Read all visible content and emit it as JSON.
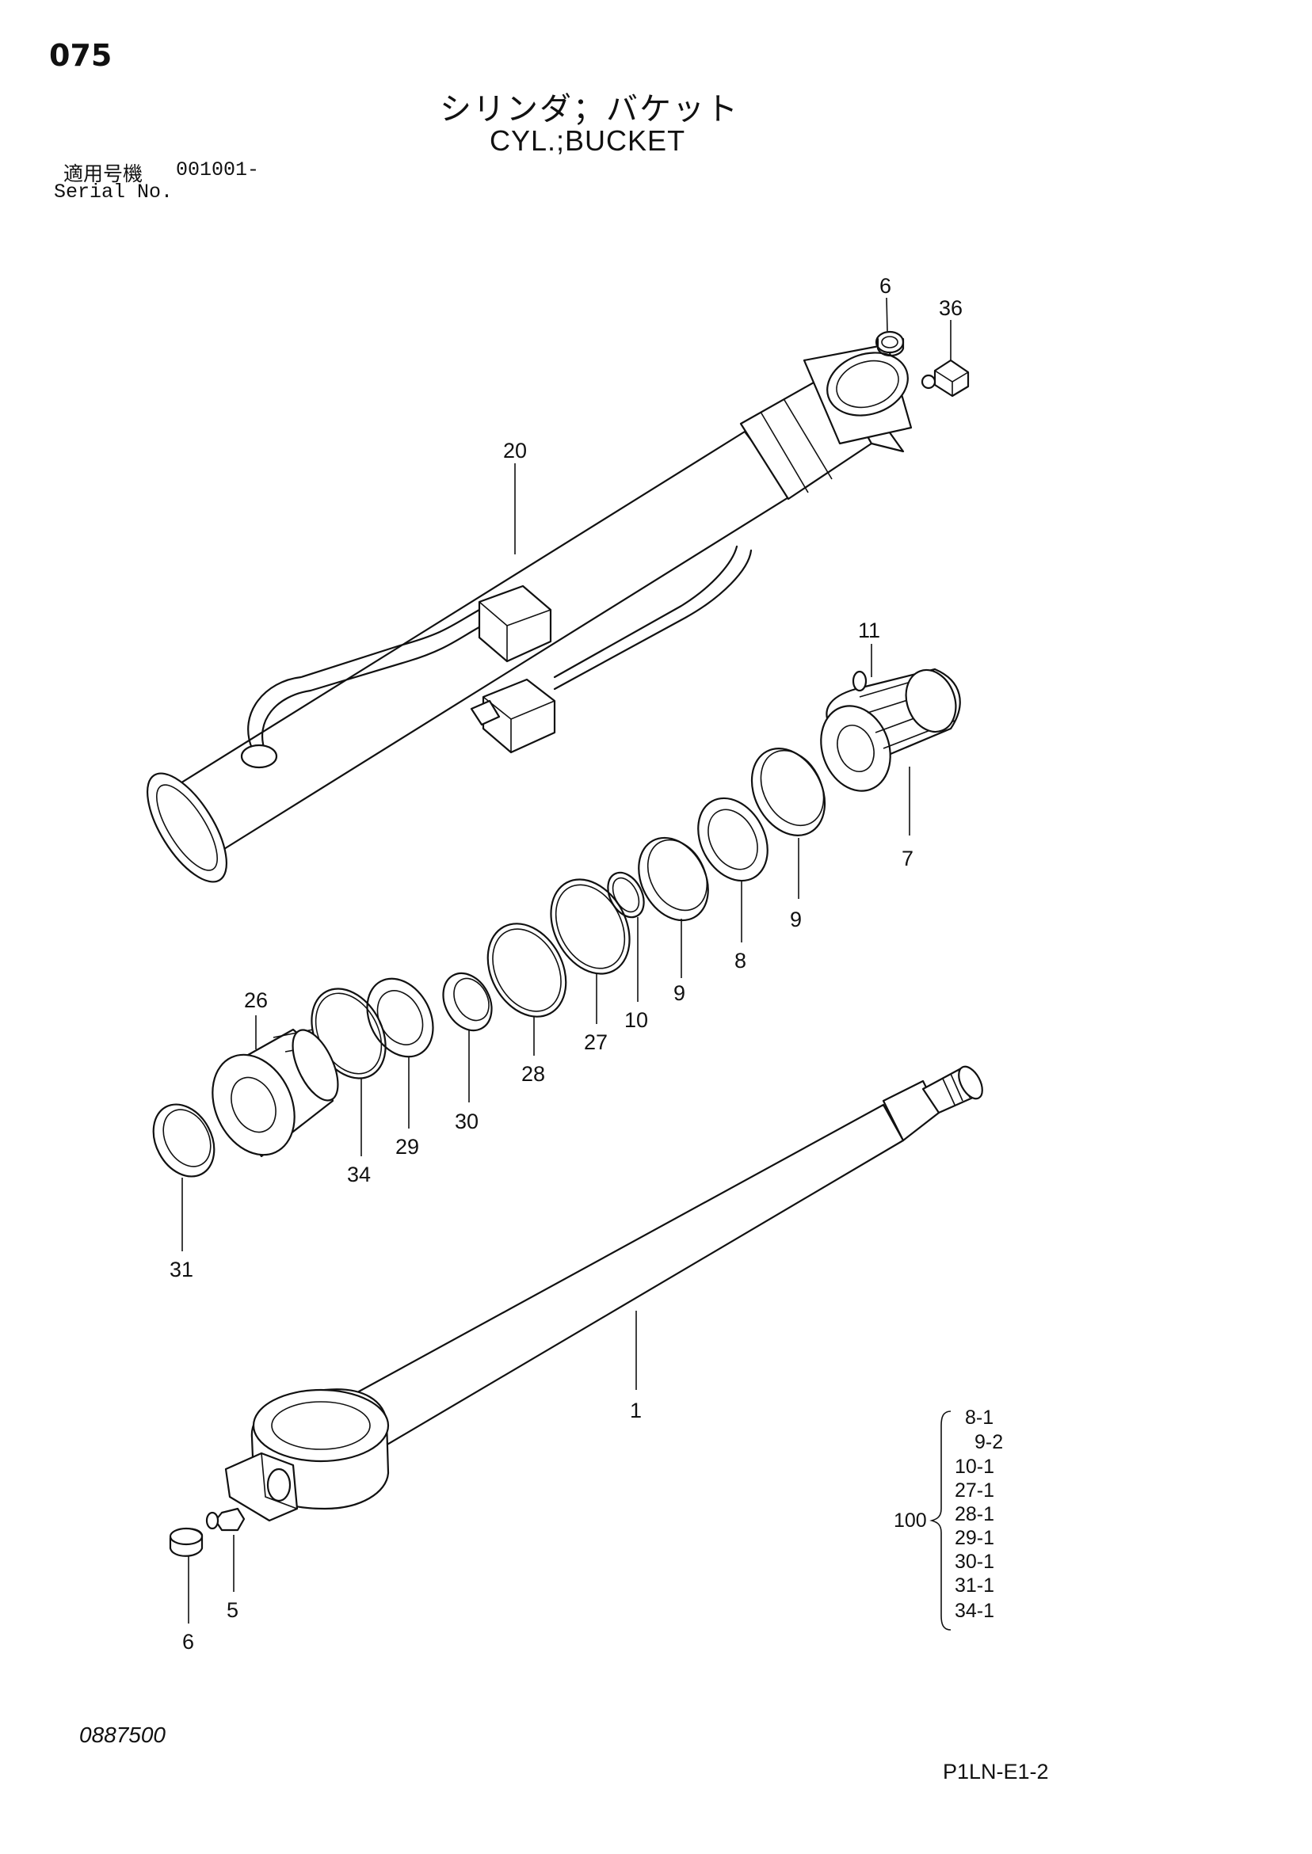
{
  "header": {
    "page_number": "075",
    "title_ja": "シリンダ；バケット",
    "title_en": "CYL.;BUCKET",
    "serial_label_ja": "適用号機",
    "serial_value": "001001-",
    "serial_label_en": "Serial No."
  },
  "footer": {
    "drawing_code": "0887500",
    "sheet_code": "P1LN-E1-2"
  },
  "callouts": [
    "1",
    "5",
    "6",
    "6",
    "7",
    "8",
    "9",
    "9",
    "10",
    "11",
    "20",
    "26",
    "27",
    "28",
    "29",
    "30",
    "31",
    "34",
    "36"
  ],
  "kit": {
    "number": "100",
    "items": [
      "8-1",
      "9-2",
      "10-1",
      "27-1",
      "28-1",
      "29-1",
      "30-1",
      "31-1",
      "34-1"
    ]
  }
}
